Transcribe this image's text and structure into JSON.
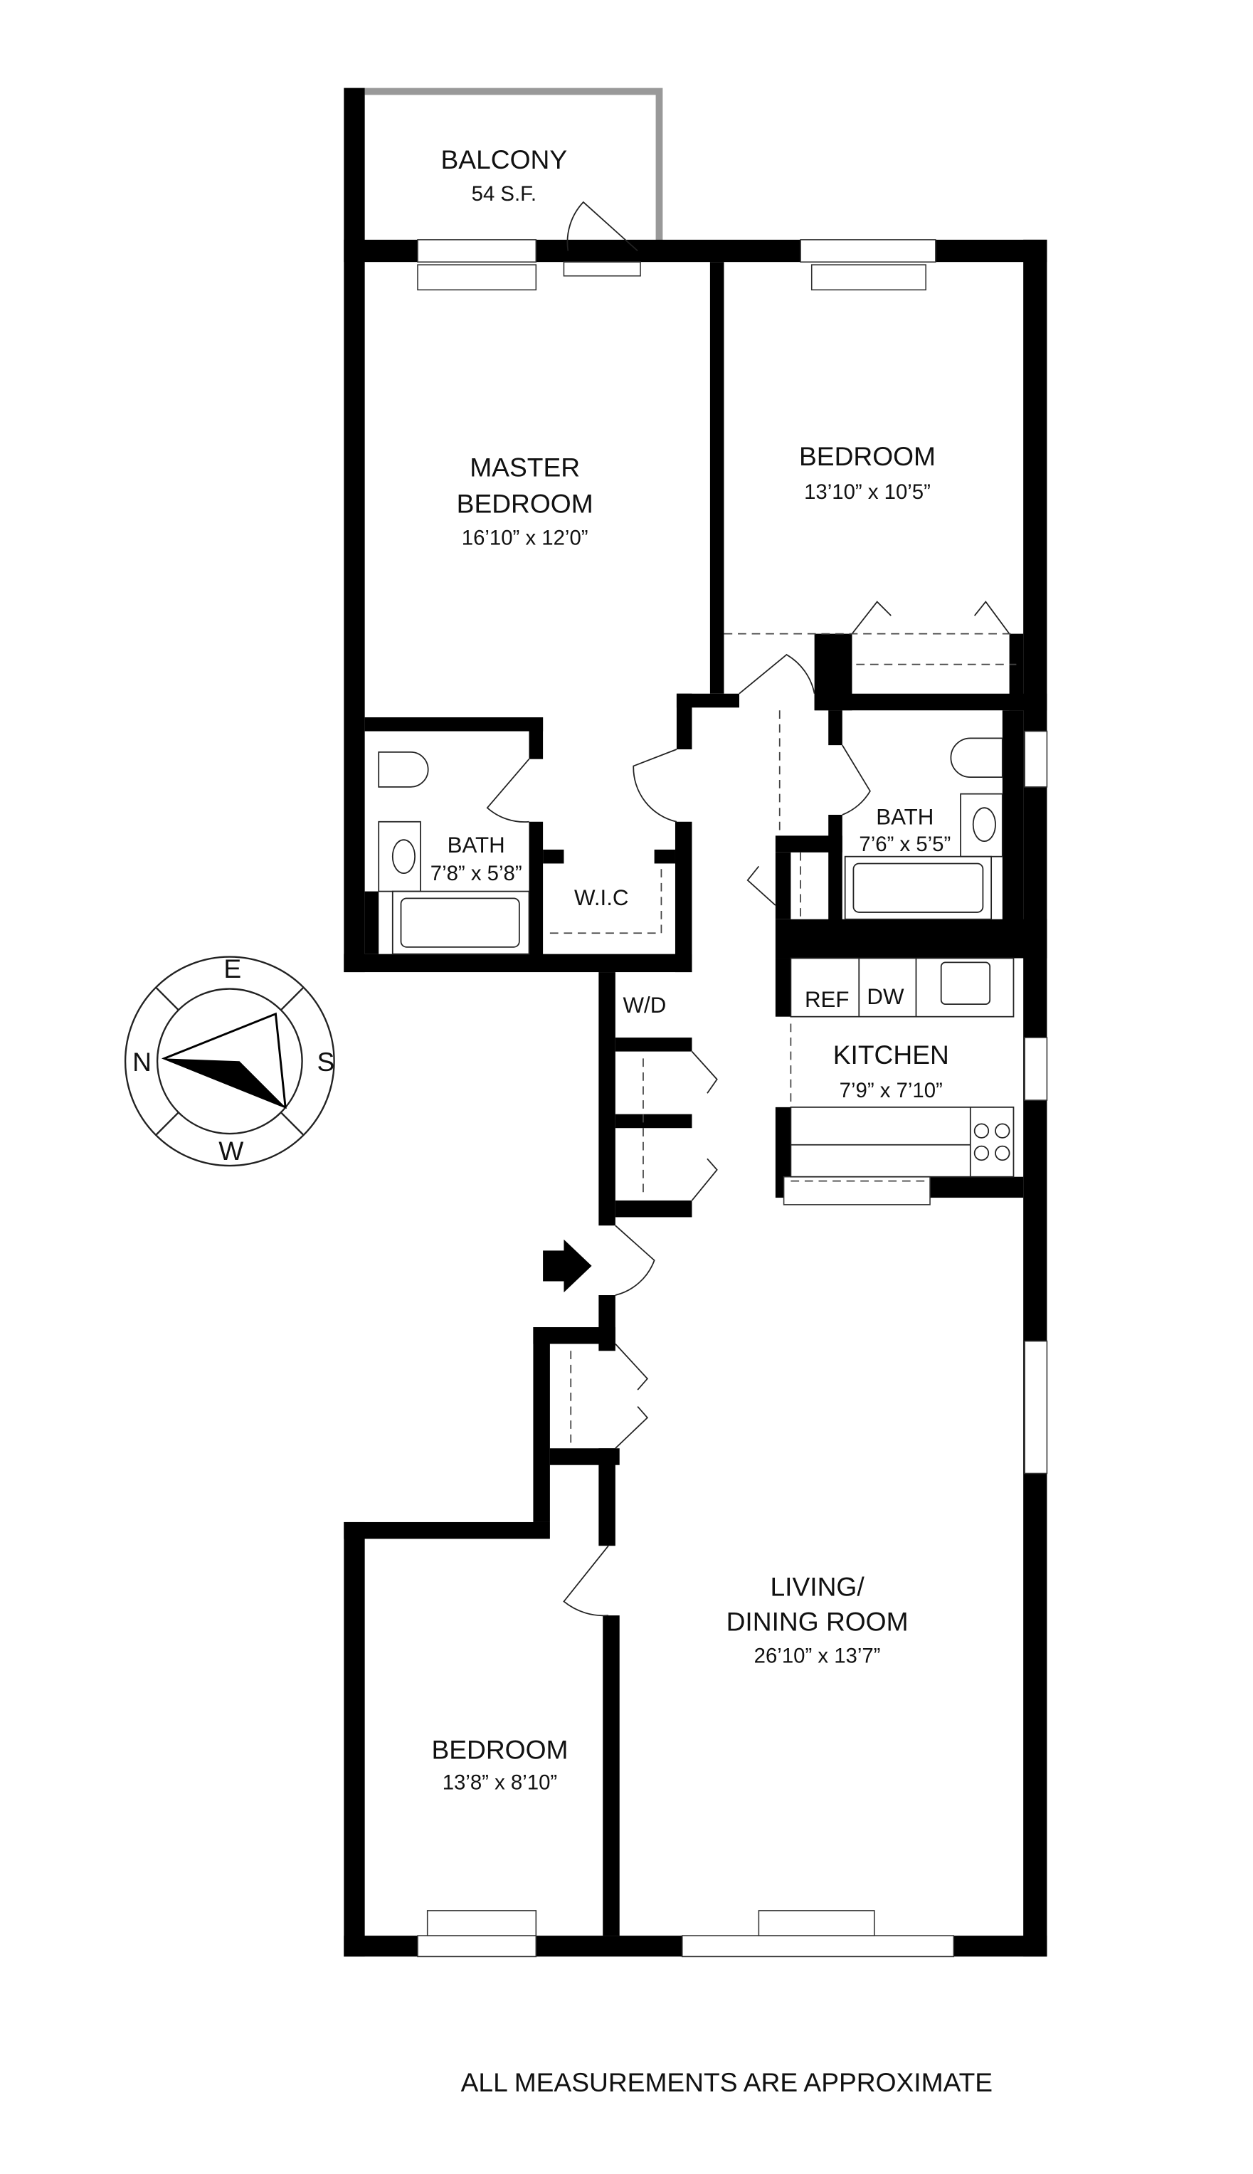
{
  "rooms": {
    "balcony": {
      "name": "BALCONY",
      "size": "54 S.F."
    },
    "master_bedroom": {
      "name_line1": "MASTER",
      "name_line2": "BEDROOM",
      "size": "16’10” x 12’0”"
    },
    "bedroom_1": {
      "name": "BEDROOM",
      "size": "13’10” x 10’5”"
    },
    "bath_1": {
      "name": "BATH",
      "size": "7’8” x 5’8”"
    },
    "wic": {
      "name": "W.I.C"
    },
    "bath_2": {
      "name": "BATH",
      "size": "7’6” x 5’5”"
    },
    "wd": {
      "name": "W/D"
    },
    "kitchen": {
      "name": "KITCHEN",
      "size": "7’9” x 7’10”",
      "ref": "REF",
      "dw": "DW"
    },
    "living": {
      "name_line1": "LIVING/",
      "name_line2": "DINING ROOM",
      "size": "26’10” x 13’7”"
    },
    "bedroom_2": {
      "name": "BEDROOM",
      "size": "13’8” x 8’10”"
    }
  },
  "compass": {
    "n": "N",
    "e": "E",
    "s": "S",
    "w": "W"
  },
  "footer": "ALL MEASUREMENTS ARE APPROXIMATE",
  "colors": {
    "wall": "#000000",
    "balcony_rail": "#999999"
  }
}
